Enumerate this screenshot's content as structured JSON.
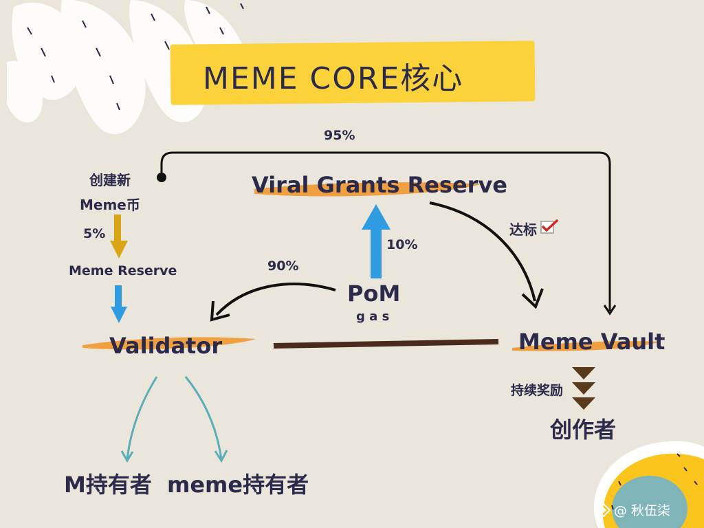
{
  "title": "MEME CORE核心",
  "nodes": {
    "create_line1": "创建新",
    "create_line2": "Meme币",
    "meme_reserve": "Meme Reserve",
    "viral_grants_reserve": "Viral Grants Reserve",
    "pom": "PoM",
    "gas": "g a s",
    "validator": "Validator",
    "meme_vault": "Meme Vault",
    "creator": "创作者",
    "m_holders": "M持有者",
    "meme_holders": "meme持有者"
  },
  "edges": {
    "top_loop_pct": "95%",
    "create_to_reserve_pct": "5%",
    "pom_to_grants_pct": "10%",
    "pom_to_validator_pct": "90%",
    "grants_to_vault_label": "达标",
    "vault_to_creator_label": "持续奖励"
  },
  "watermark": "@ 秋伍柒",
  "icons": [
    "check-icon",
    "watermark-logo-icon"
  ],
  "colors": {
    "background": "#ebe6dc",
    "title_highlight": "#fbd23a",
    "node_underline": "#f0a040",
    "blue_arrow": "#2f9be0",
    "gold_arrow": "#d9a514",
    "teal_arrow": "#5aaeb8",
    "brown_connector": "#4a2a1c",
    "text": "#2b2a4a"
  }
}
